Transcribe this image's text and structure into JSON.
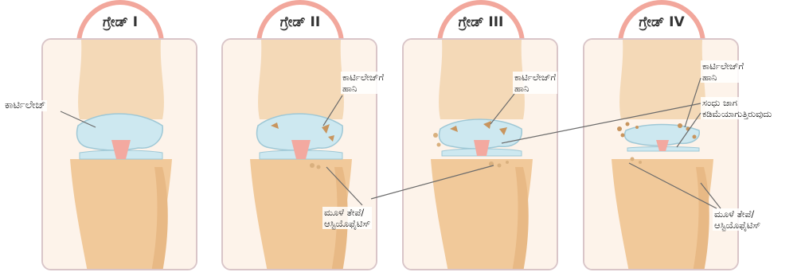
{
  "grades": [
    "ಗ್ರೇಡ್ I",
    "ಗ್ರೇಡ್ II",
    "ಗ್ರೇಡ್ III",
    "ಗ್ರೇಡ್ IV"
  ],
  "labels": {
    "cartilage": "ಕಾರ್ಟಿಲೇಜ್",
    "cartilage_damage_l1": "ಕಾರ್ಟಿಲೇಜ್‌ಗೆ",
    "cartilage_damage_l2": "ಹಾನಿ",
    "joint_space_l1": "ಸಂಧು ಜಾಗ",
    "joint_space_l2": "ಕಡಿಮೆಯಾಗುತ್ತಿರುವುದು",
    "osteophytes_l1": "ಮೂಳೆ ತೇಪೆ/",
    "osteophytes_l2": "ಆಸ್ಟಿಯೊಫೈಟಿಸ್"
  }
}
